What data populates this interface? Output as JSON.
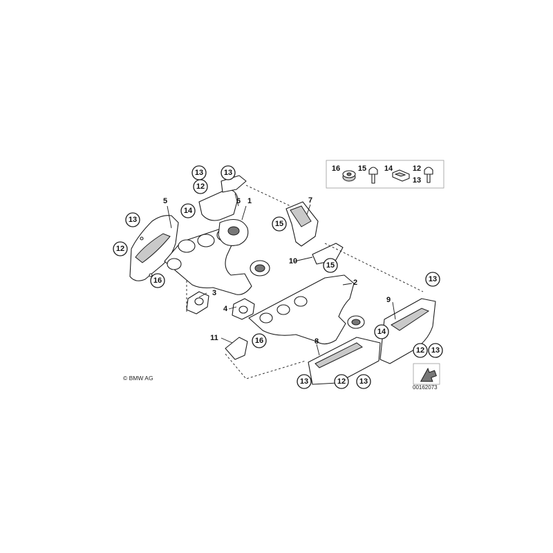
{
  "copyright": "© BMW AG",
  "document_number": "00162073",
  "legend": [
    "16",
    "15",
    "14",
    "12",
    "13"
  ],
  "callouts": {
    "c1": "1",
    "c2": "2",
    "c3": "3",
    "c4": "4",
    "c5": "5",
    "c6": "6",
    "c7": "7",
    "c8": "8",
    "c9": "9",
    "c10": "10",
    "c11": "11",
    "c12a": "12",
    "c12b": "12",
    "c12c": "12",
    "c12d": "12",
    "c13a": "13",
    "c13b": "13",
    "c13c": "13",
    "c13d": "13",
    "c13e": "13",
    "c13f": "13",
    "c13g": "13",
    "c14a": "14",
    "c14b": "14",
    "c15a": "15",
    "c15b": "15",
    "c16a": "16",
    "c16b": "16"
  },
  "icons": {
    "direction": "arrow-pointer-icon"
  }
}
